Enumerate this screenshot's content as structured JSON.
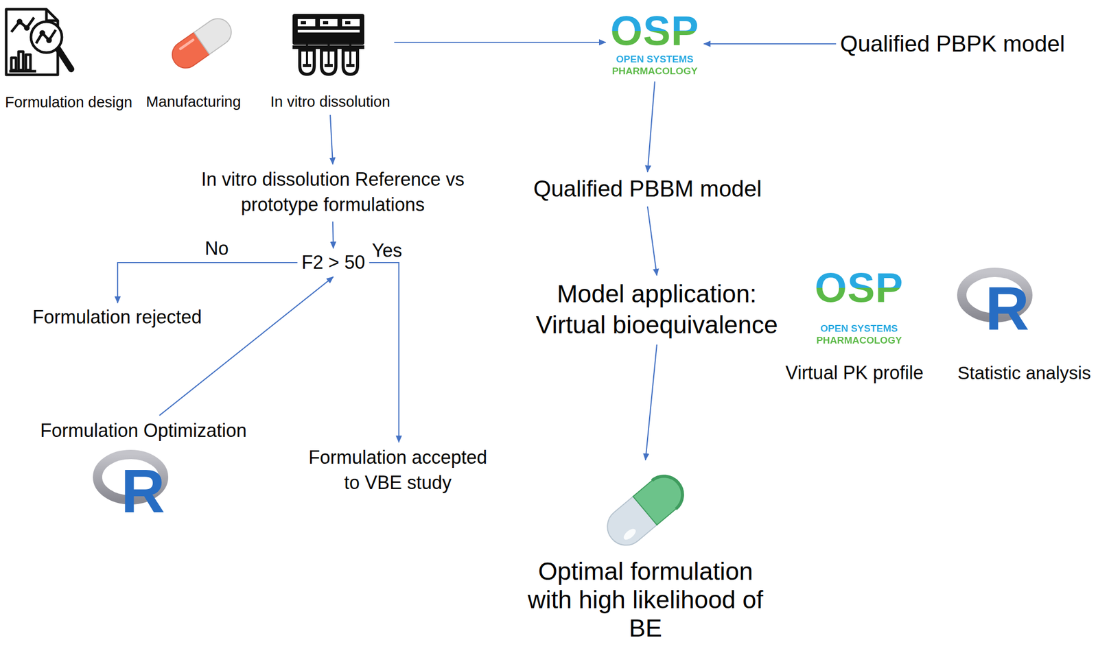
{
  "diagram": {
    "nodes": [
      {
        "text": [
          "In vitro dissolution"
        ]
      },
      {
        "text": [
          "OSP",
          "OPEN SYSTEMS PHARMACOLOGY"
        ]
      },
      {
        "text": [
          "Qualified PBPK model"
        ]
      },
      {
        "text": [
          "In vitro dissolution Reference vs prototype formulations"
        ]
      },
      {
        "text": [
          "F2 > 50"
        ]
      },
      {
        "text": [
          "Formulation rejected"
        ]
      },
      {
        "text": [
          "Formulation accepted to VBE study"
        ]
      },
      {
        "text": [
          "Formulation Optimization"
        ]
      },
      {
        "text": [
          "Qualified PBBM model"
        ]
      },
      {
        "text": [
          "Model application: Virtual bioequivalence"
        ]
      },
      {
        "text": [
          "Optimal formulation with high likelihood of BE"
        ]
      }
    ],
    "edges": [
      {
        "from": 0,
        "to": 1,
        "arrow": "to"
      },
      {
        "from": 2,
        "to": 1,
        "arrow": "to"
      },
      {
        "from": 1,
        "to": 8,
        "arrow": "to"
      },
      {
        "from": 0,
        "to": 3,
        "arrow": "to"
      },
      {
        "from": 3,
        "to": 4,
        "arrow": "to"
      },
      {
        "from": 4,
        "to": 5,
        "label": "No",
        "arrow": "to"
      },
      {
        "from": 4,
        "to": 6,
        "label": "Yes",
        "arrow": "to"
      },
      {
        "from": 7,
        "to": 4,
        "arrow": "to"
      },
      {
        "from": 8,
        "to": 9,
        "arrow": "to"
      },
      {
        "from": 9,
        "to": 10,
        "arrow": "to"
      }
    ],
    "labels": [
      "Formulation design",
      "Manufacturing",
      "OSP",
      "OPEN SYSTEMS PHARMACOLOGY",
      "Virtual PK profile",
      "R",
      "Statistic analysis",
      "R"
    ]
  }
}
